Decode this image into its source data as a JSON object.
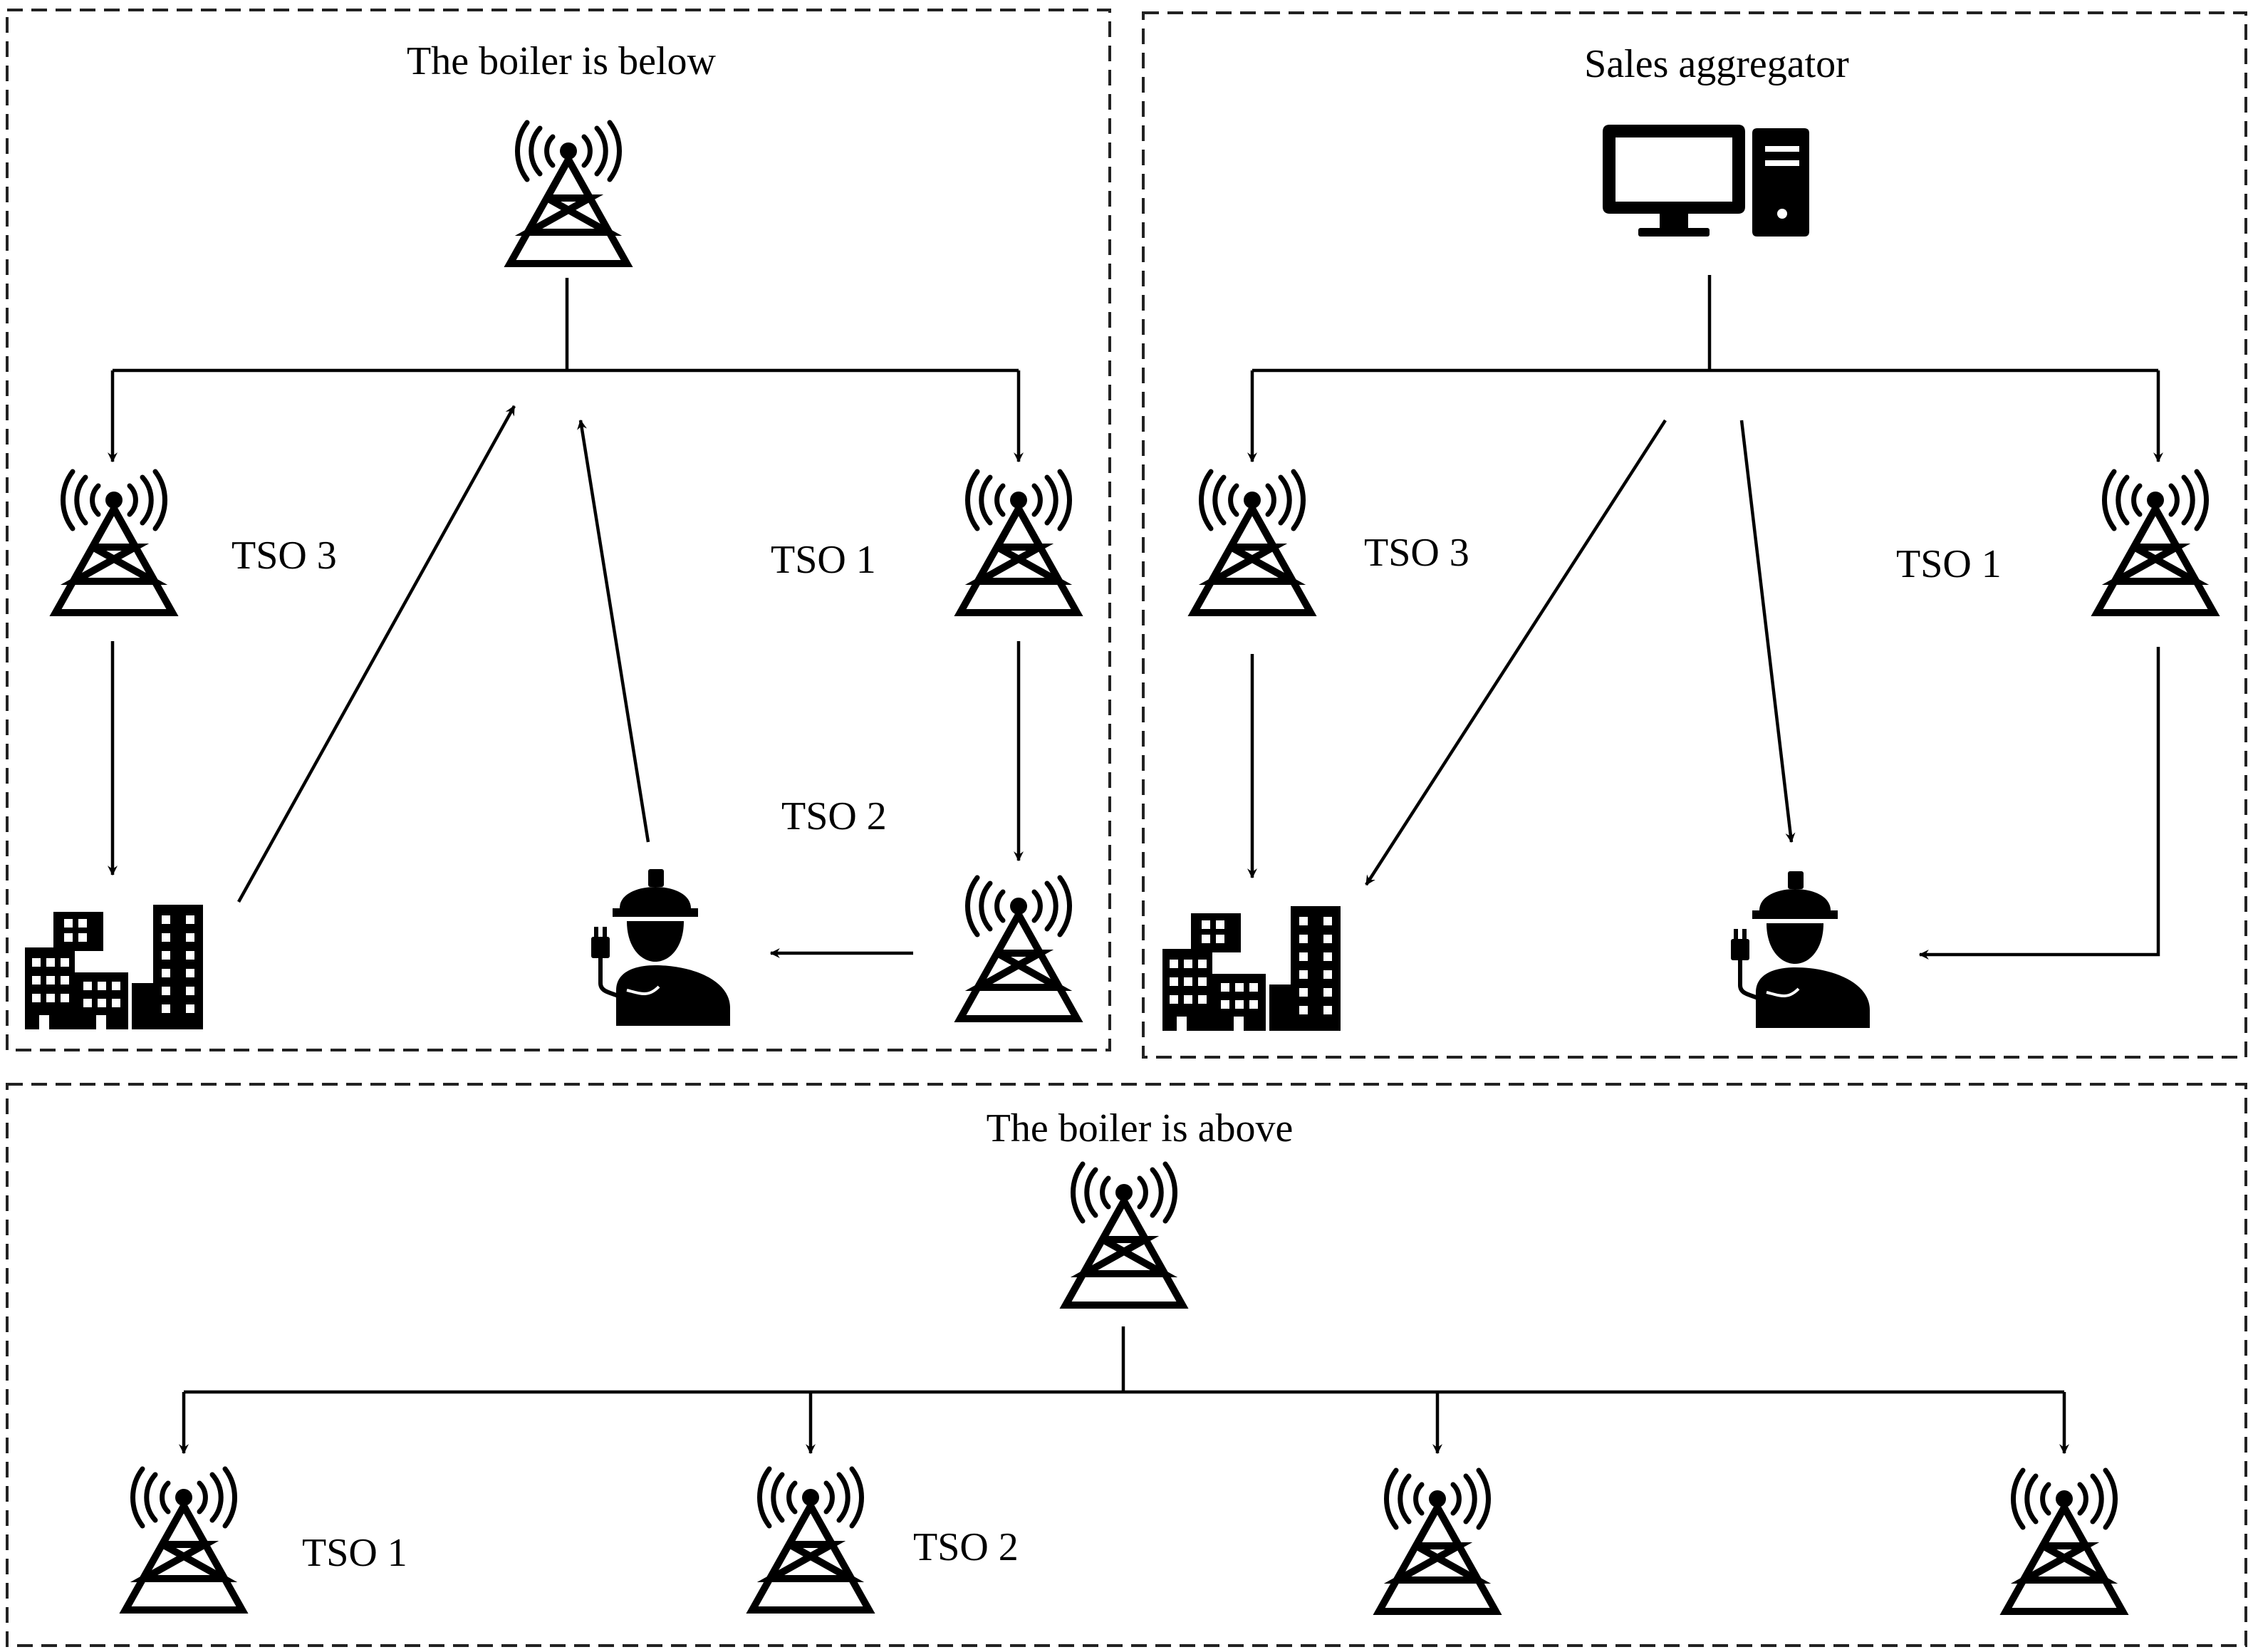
{
  "panels": {
    "below": {
      "title": "The boiler is below",
      "labels": [
        "TSO 3",
        "TSO 1",
        "TSO 2"
      ]
    },
    "aggregator": {
      "title": "Sales aggregator",
      "labels": [
        "TSO 3",
        "TSO 1"
      ]
    },
    "above": {
      "title": "The boiler is above",
      "labels": [
        "TSO 1",
        "TSO 2"
      ]
    }
  },
  "icons": {
    "tower": "radio-tower-icon",
    "computer": "desktop-computer-icon",
    "buildings": "buildings-icon",
    "worker": "worker-plug-icon"
  },
  "colors": {
    "ink": "#000000",
    "border": "#222222",
    "background": "#ffffff"
  }
}
